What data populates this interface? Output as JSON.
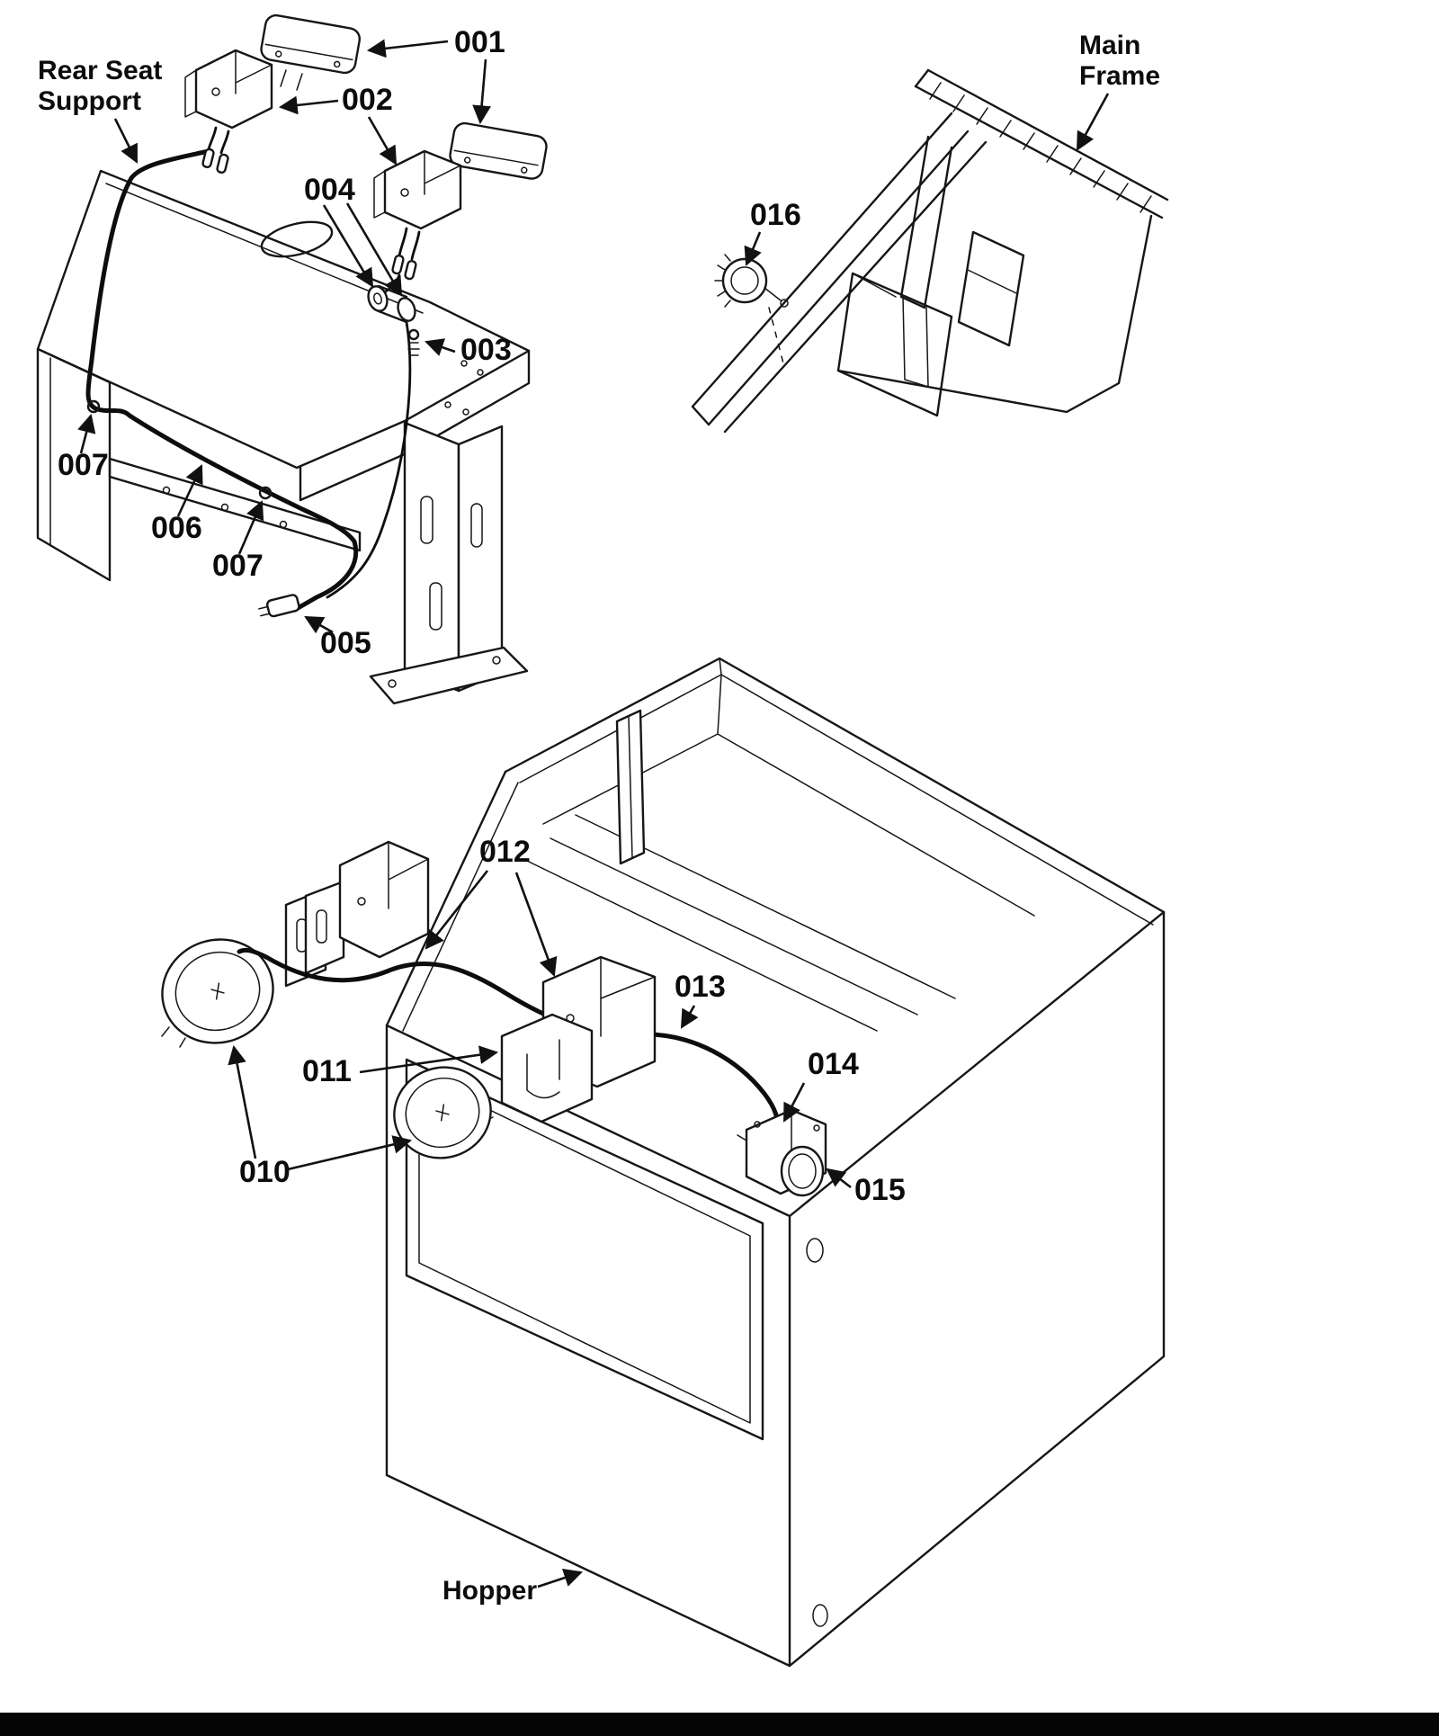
{
  "figure": {
    "background": "#ffffff",
    "line_color": "#161616"
  },
  "labels": {
    "rear_seat_line1": "Rear Seat",
    "rear_seat_line2": "Support",
    "main_frame_line1": "Main",
    "main_frame_line2": "Frame",
    "hopper": "Hopper"
  },
  "callouts": {
    "c001": "001",
    "c002": "002",
    "c003": "003",
    "c004": "004",
    "c005": "005",
    "c006": "006",
    "c007a": "007",
    "c007b": "007",
    "c010": "010",
    "c011": "011",
    "c012": "012",
    "c013": "013",
    "c014": "014",
    "c015": "015",
    "c016": "016"
  }
}
